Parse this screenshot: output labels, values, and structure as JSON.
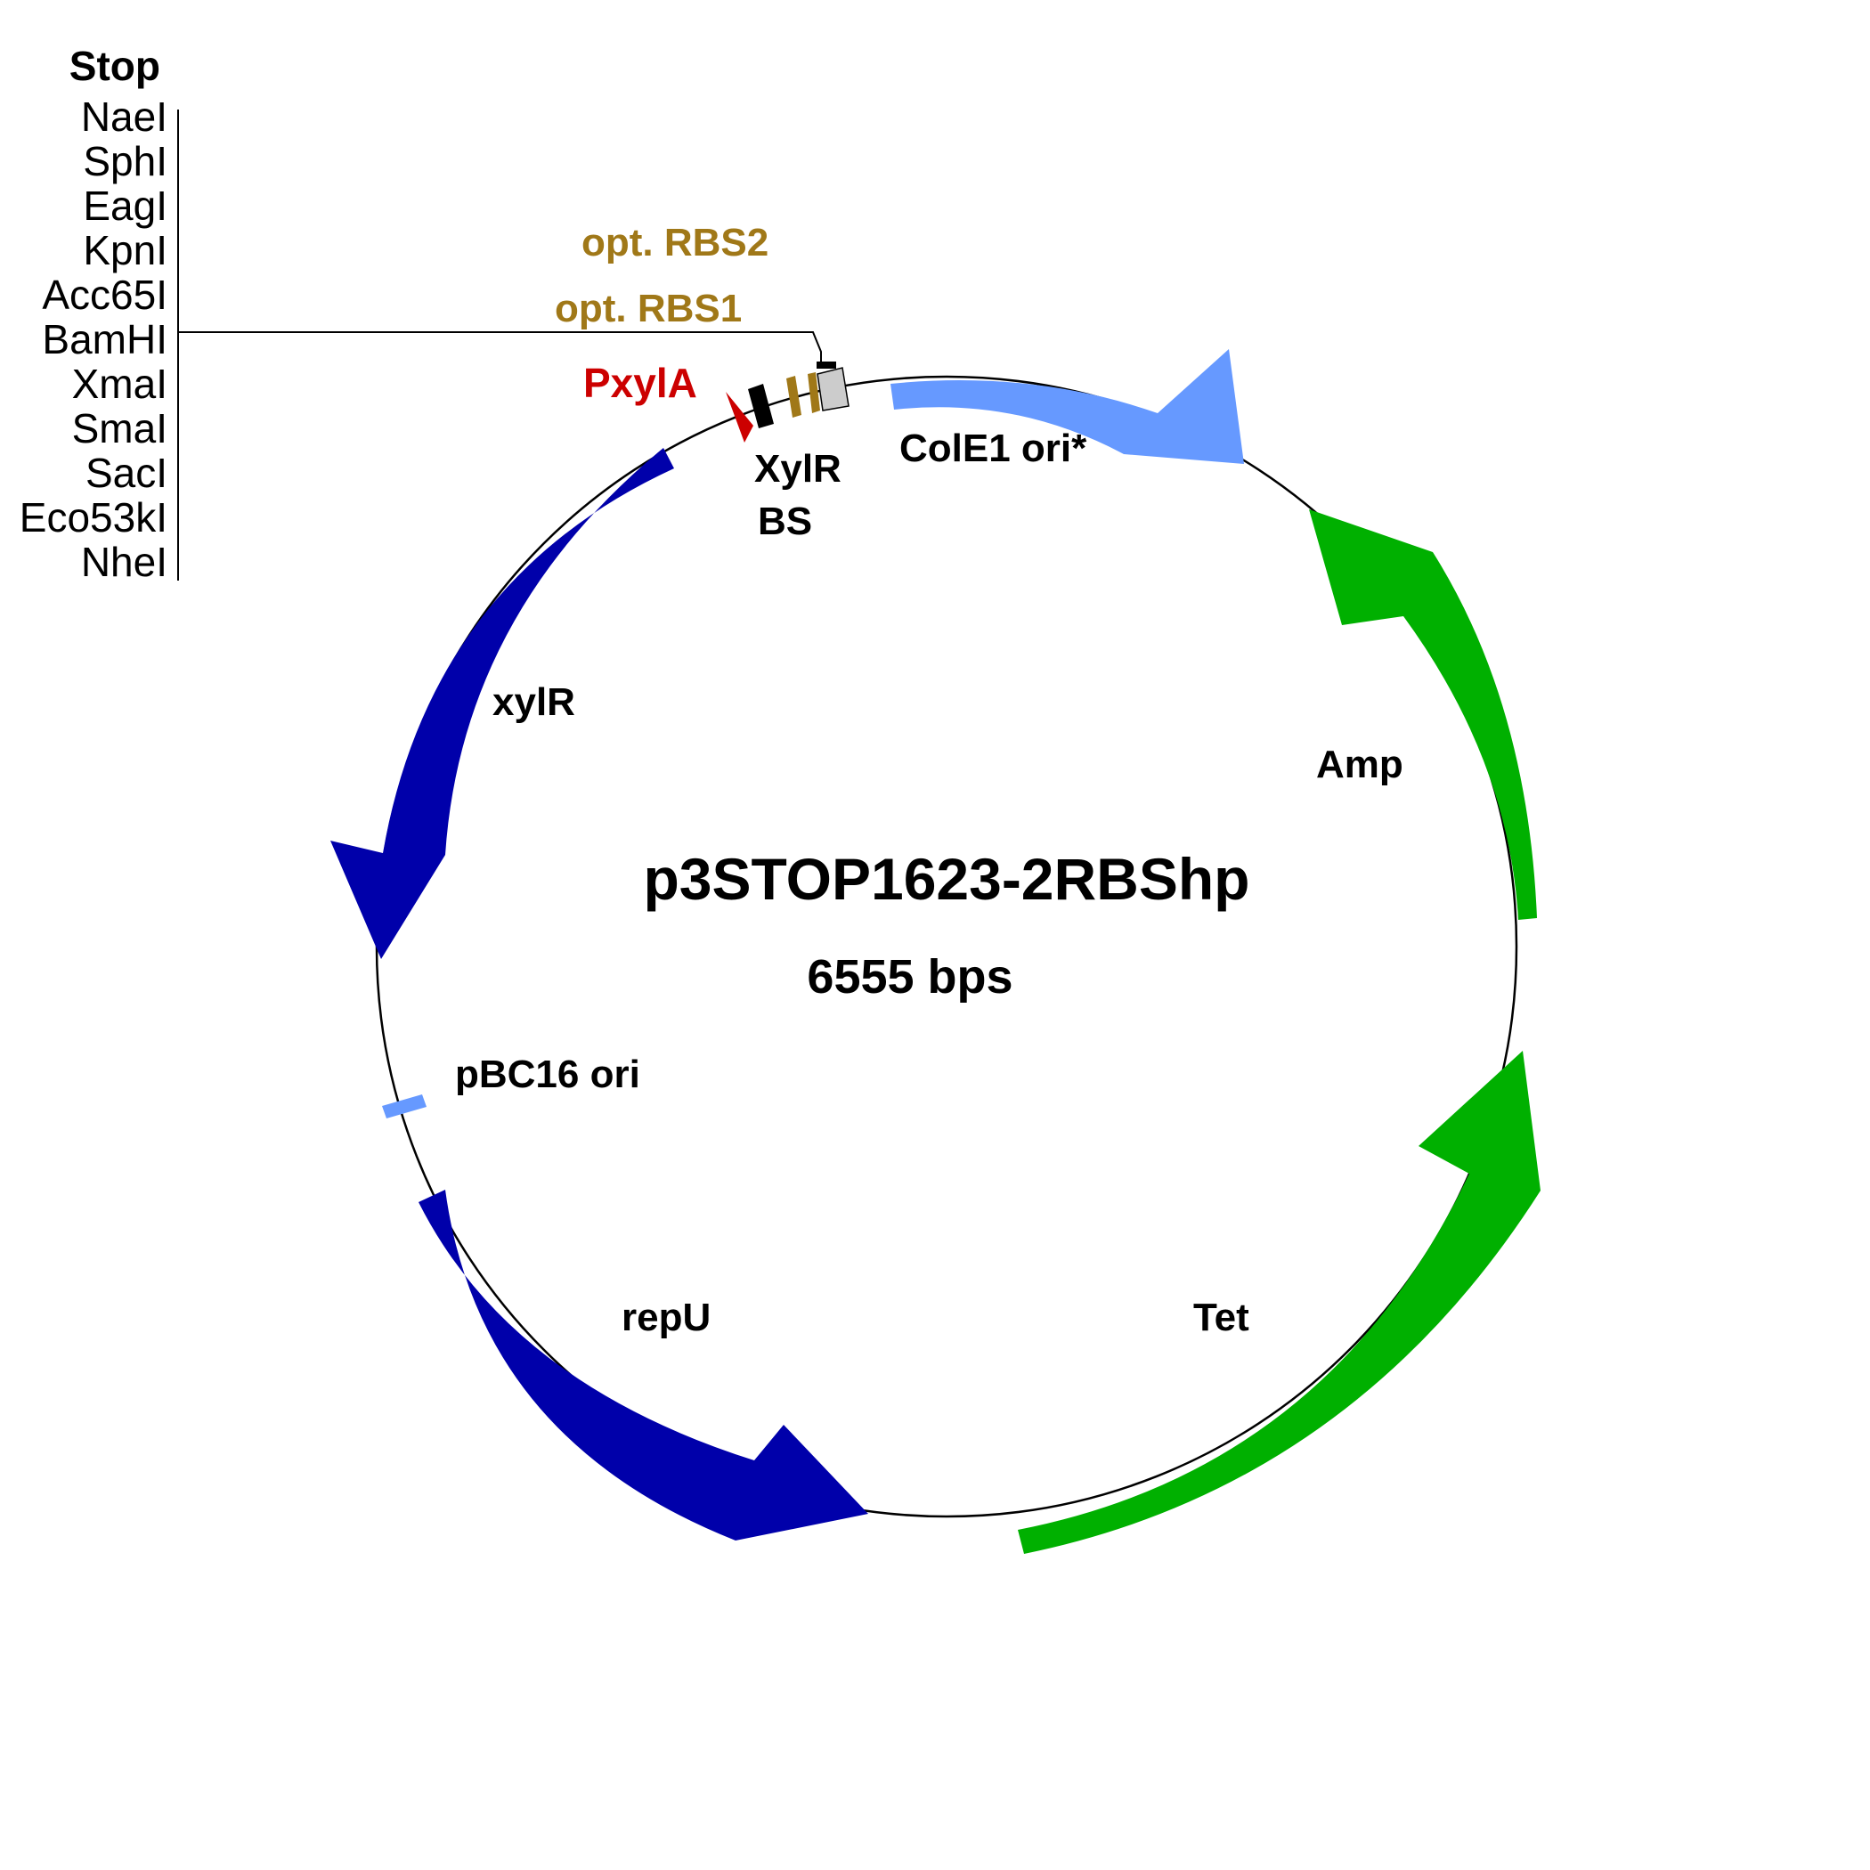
{
  "plasmid": {
    "name": "p3STOP1623-2RBShp",
    "size": "6555 bps"
  },
  "cloning_site": {
    "header": "Stop",
    "enzymes": [
      "NaeI",
      "SphI",
      "EagI",
      "KpnI",
      "Acc65I",
      "BamHI",
      "XmaI",
      "SmaI",
      "SacI",
      "Eco53kI",
      "NheI"
    ]
  },
  "features": {
    "rbs2": "opt. RBS2",
    "rbs1": "opt. RBS1",
    "pxyla": "PxylA",
    "xylr_bs_line1": "XylR",
    "xylr_bs_line2": "BS",
    "cole1": "ColE1 ori*",
    "amp": "Amp",
    "tet": "Tet",
    "repu": "repU",
    "pbc16": "pBC16 ori",
    "xylr": "xylR"
  },
  "colors": {
    "dark_blue": "#0000AA",
    "light_blue": "#6699FF",
    "green": "#00B000",
    "red": "#CC0000",
    "gold": "#A07818",
    "gray": "#CCCCCC",
    "black": "#000000"
  }
}
